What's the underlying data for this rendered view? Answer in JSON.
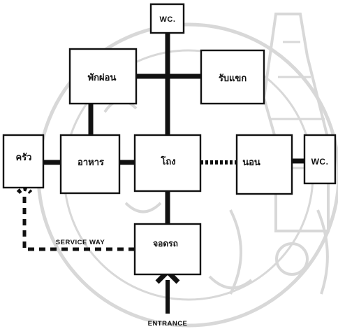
{
  "colors": {
    "ink": "#111111",
    "background": "#ffffff",
    "watermark": "#d4d4d4"
  },
  "rooms": {
    "wc_top": "WC.",
    "rest_area": "พักผ่อน",
    "reception": "รับแขก",
    "kitchen": "ครัว",
    "dining": "อาหาร",
    "hall": "โถง",
    "bedroom": "นอน",
    "wc_right": "WC.",
    "parking": "จอดรถ"
  },
  "labels": {
    "service_way": "SERVICE WAY",
    "entrance": "ENTRANCE"
  },
  "watermark": {
    "icon": "university-seal-watermark"
  }
}
